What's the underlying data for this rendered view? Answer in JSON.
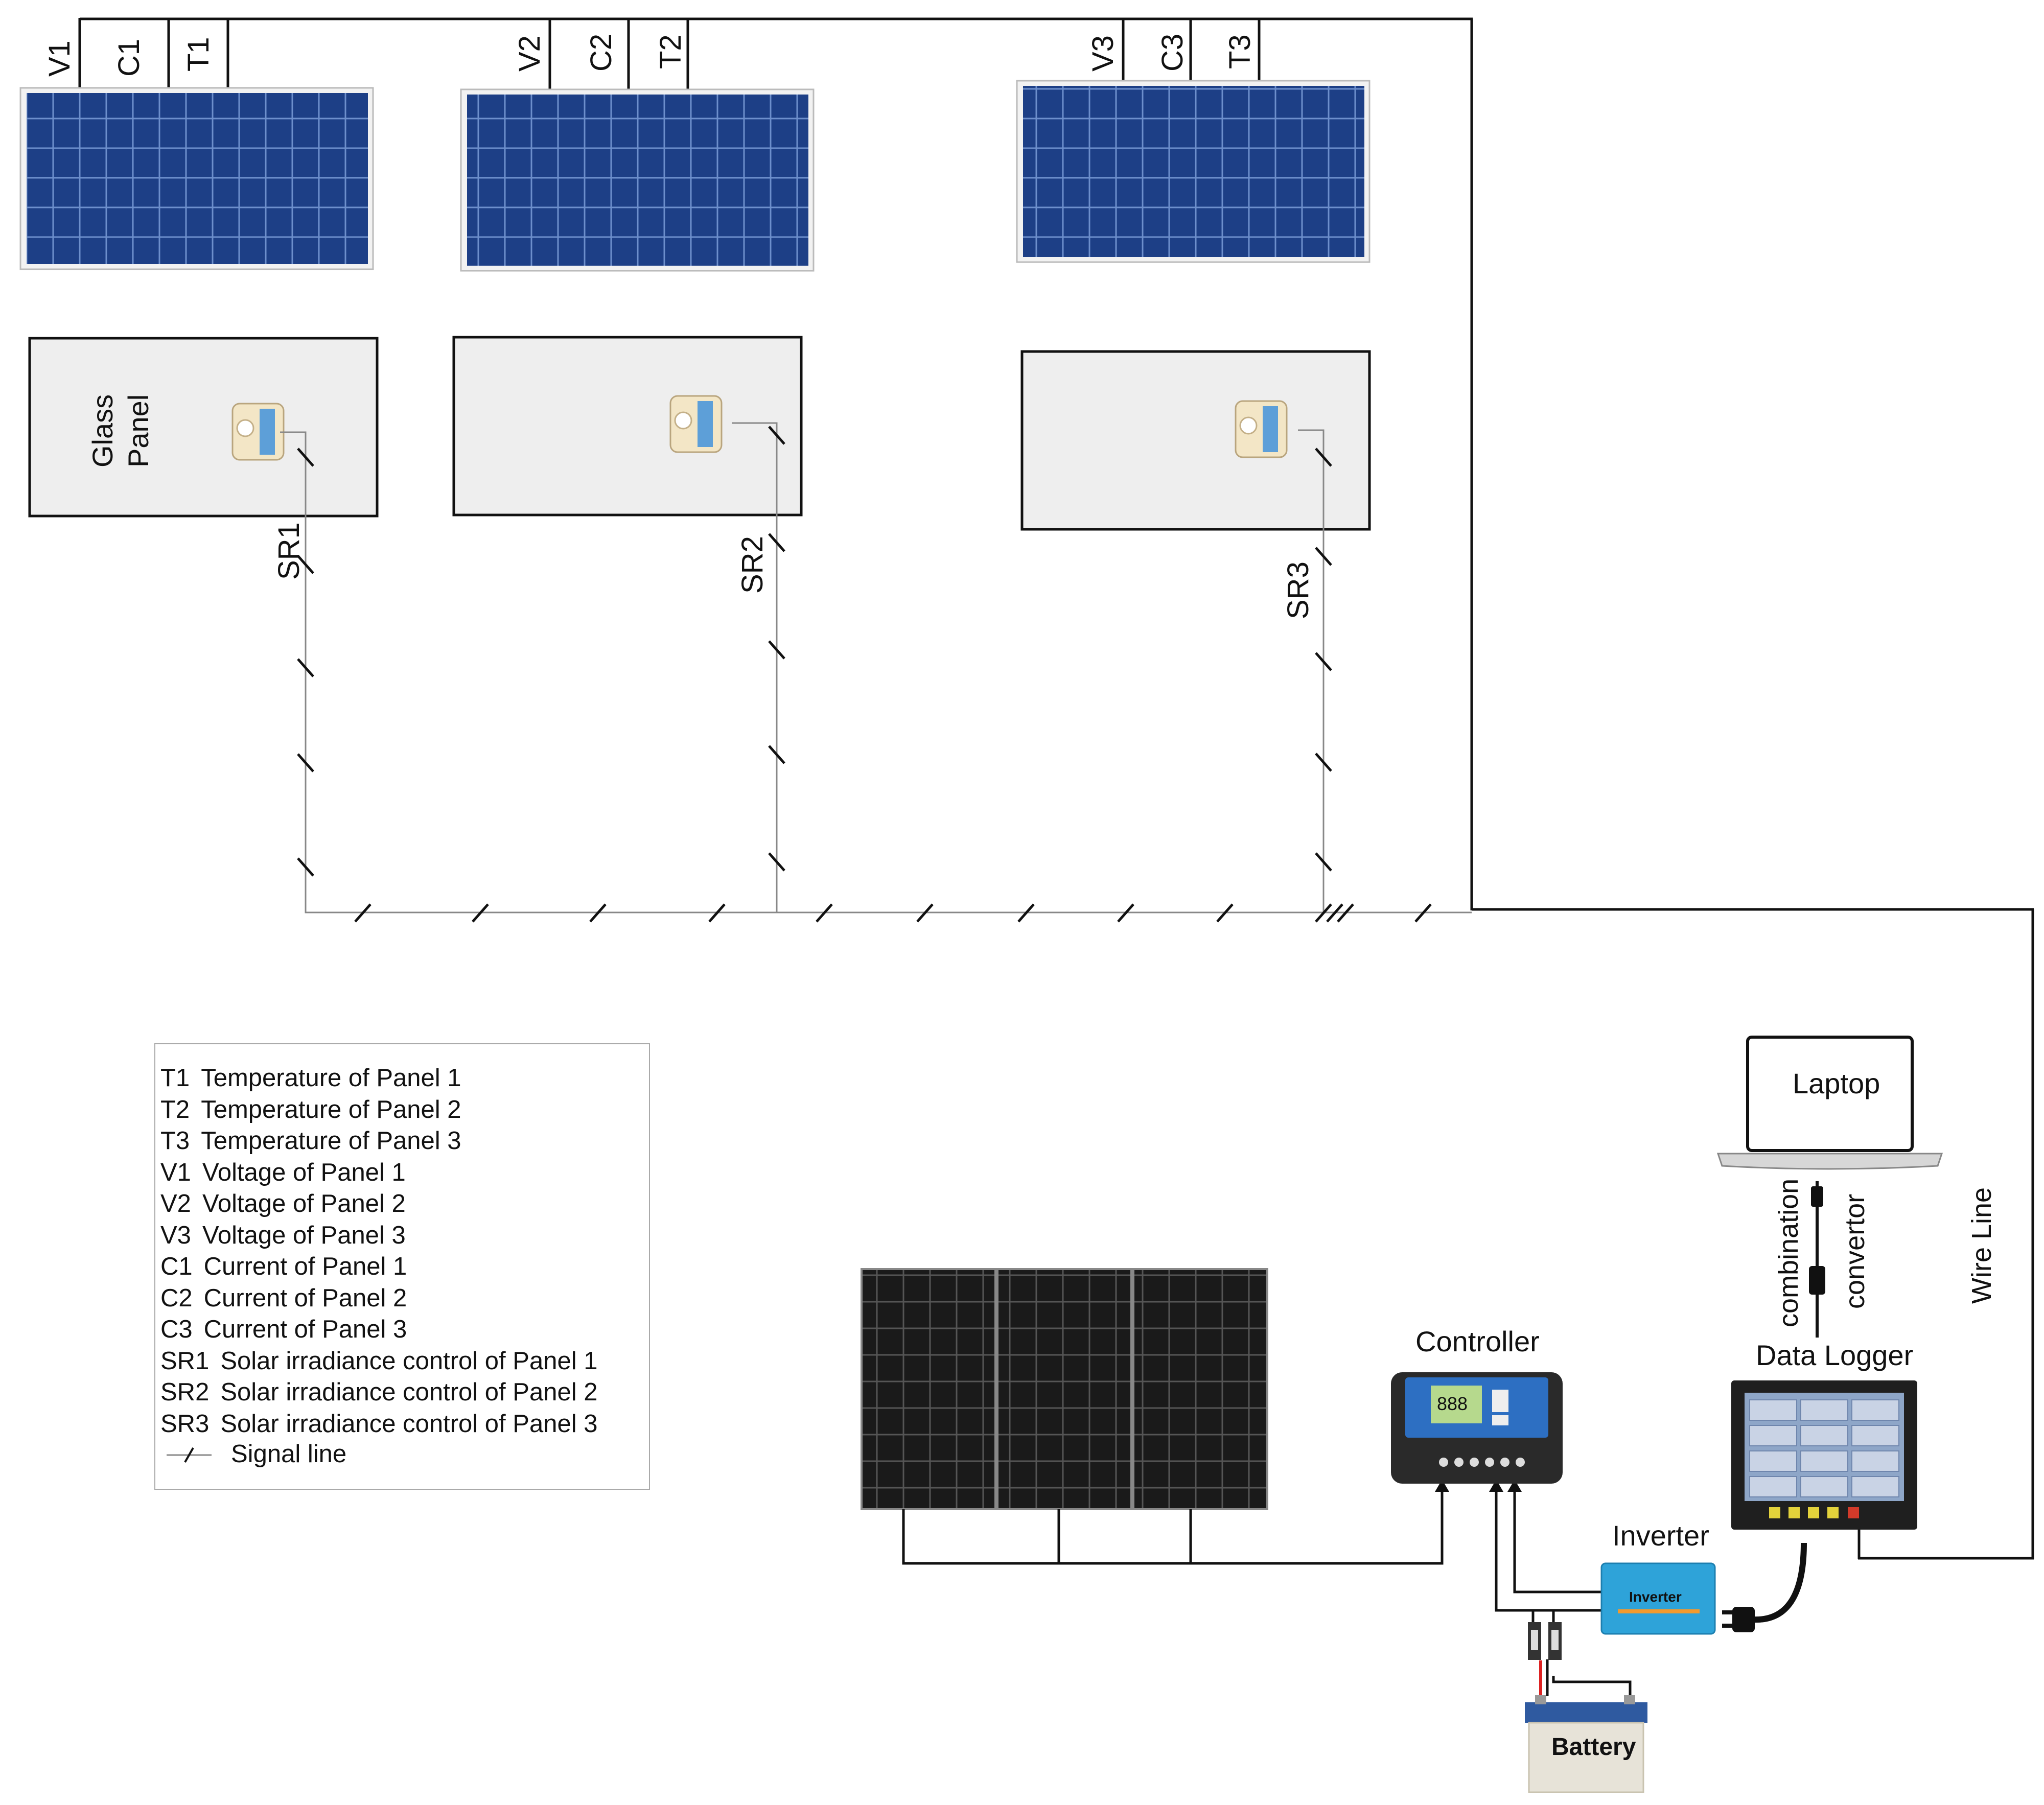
{
  "panels": [
    {
      "voltage": "V1",
      "current": "C1",
      "temperature": "T1",
      "sensor": "SR1"
    },
    {
      "voltage": "V2",
      "current": "C2",
      "temperature": "T2",
      "sensor": "SR2"
    },
    {
      "voltage": "V3",
      "current": "C3",
      "temperature": "T3",
      "sensor": "SR3"
    }
  ],
  "glass_panel_label_line1": "Glass",
  "glass_panel_label_line2": "Panel",
  "components": {
    "laptop": "Laptop",
    "combination": "combination",
    "convertor": "convertor",
    "wire_line": "Wire Line",
    "data_logger": "Data Logger",
    "controller": "Controller",
    "inverter": "Inverter",
    "inverter_badge": "Inverter",
    "battery": "Battery",
    "controller_display": "888"
  },
  "legend": [
    {
      "code": "T1",
      "text": "Temperature of Panel 1"
    },
    {
      "code": "T2",
      "text": "Temperature of Panel 2"
    },
    {
      "code": "T3",
      "text": "Temperature of Panel 3"
    },
    {
      "code": "V1",
      "text": "Voltage of Panel 1"
    },
    {
      "code": "V2",
      "text": "Voltage of Panel 2"
    },
    {
      "code": "V3",
      "text": "Voltage of Panel 3"
    },
    {
      "code": "C1",
      "text": "Current of Panel 1"
    },
    {
      "code": "C2",
      "text": "Current of Panel 2"
    },
    {
      "code": "C3",
      "text": "Current of Panel 3"
    },
    {
      "code": "SR1",
      "text": "Solar irradiance control  of Panel 1"
    },
    {
      "code": "SR2",
      "text": "Solar irradiance control of Panel 2"
    },
    {
      "code": "SR3",
      "text": "Solar irradiance control of Panel 3"
    }
  ],
  "legend_signal": "Signal line",
  "colors": {
    "panel_blue": "#1d3f86",
    "panel_cell_line": "#5b7fc0",
    "glass_bg": "#eeeeee",
    "signal_line": "#888888",
    "wire": "#111111",
    "inverter_blue": "#2ea3d9",
    "battery_body": "#e7e3d8",
    "battery_top": "#2f5aa0"
  }
}
